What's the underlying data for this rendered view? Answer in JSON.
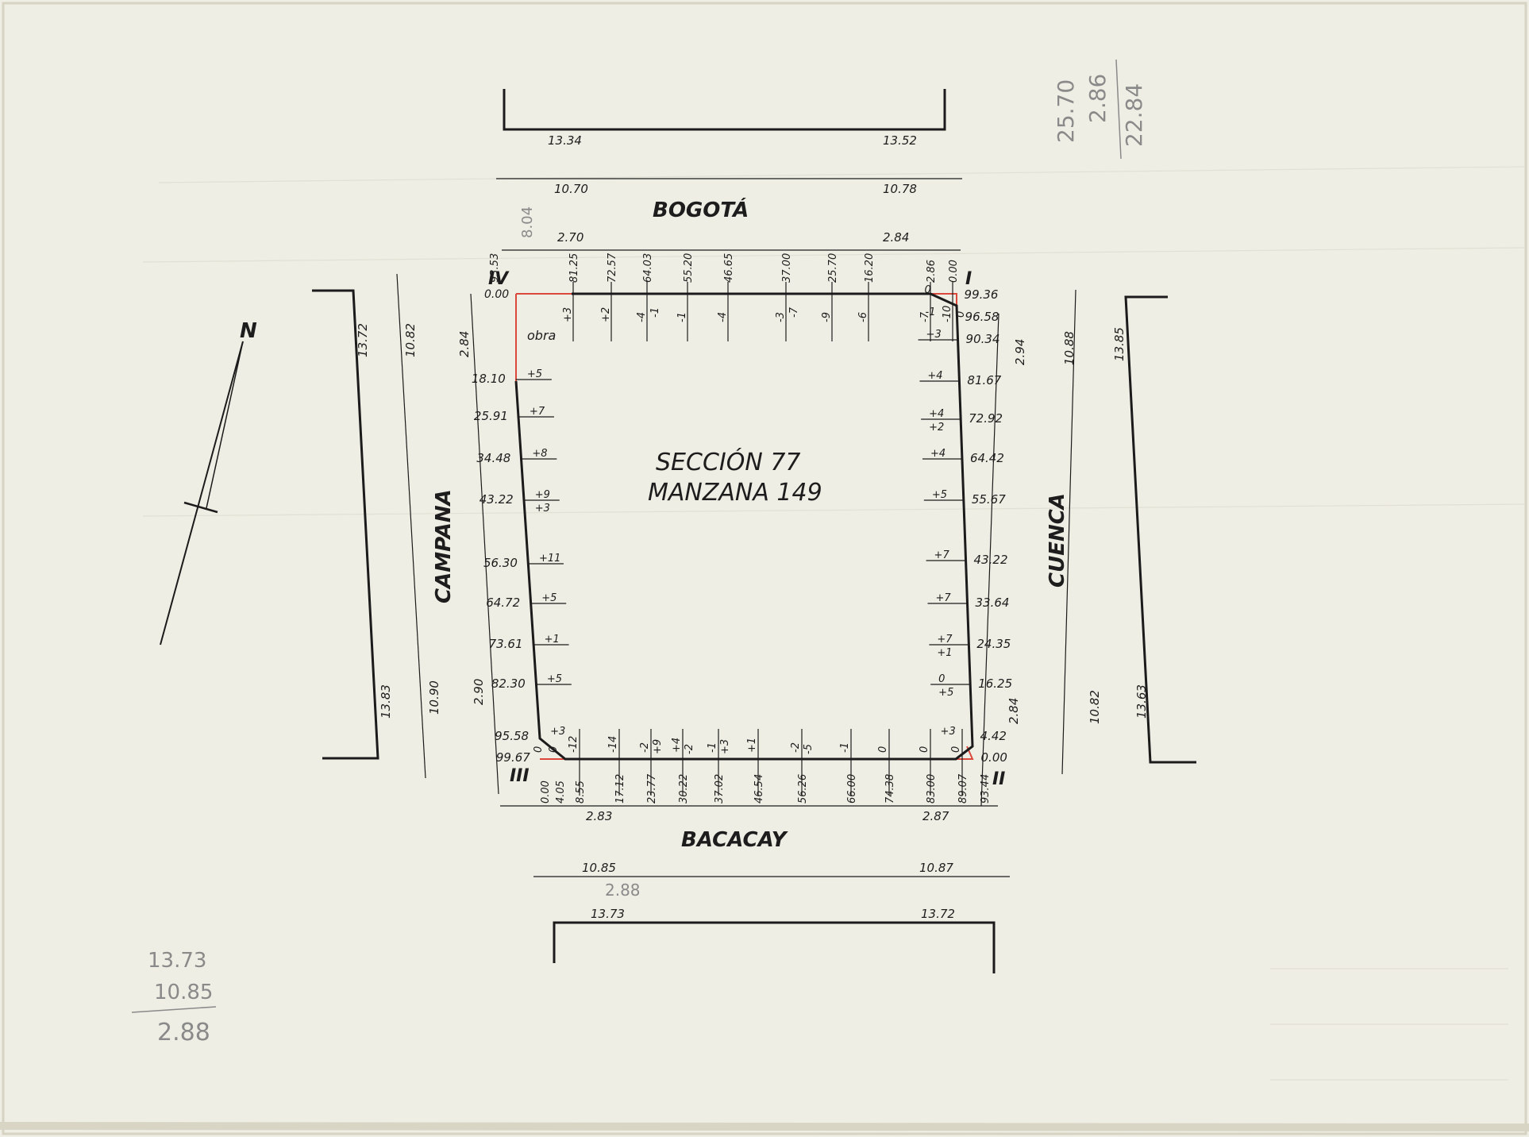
{
  "block": {
    "section": "SECCIÓN 77",
    "manzana": "MANZANA 149",
    "obra": "obra"
  },
  "streets": {
    "north": "BOGOTÁ",
    "south": "BACACAY",
    "west": "CAMPANA",
    "east": "CUENCA"
  },
  "corners": {
    "I": "I",
    "II": "II",
    "III": "III",
    "IV": "IV"
  },
  "north_arrow": "N",
  "north_side": {
    "outer_left": "13.34",
    "outer_right": "13.52",
    "street_left": "10.70",
    "street_right": "10.78",
    "walk_left": "2.70",
    "walk_right": "2.84",
    "pencil": "8.04",
    "marks": [
      {
        "dist": "93.53",
        "lvl1": "",
        "lvl2": ""
      },
      {
        "dist": "81.25",
        "lvl1": "+3",
        "lvl2": ""
      },
      {
        "dist": "72.57",
        "lvl1": "+2",
        "lvl2": ""
      },
      {
        "dist": "64.03",
        "lvl1": "-4",
        "lvl2": "-1"
      },
      {
        "dist": "55.20",
        "lvl1": "-1",
        "lvl2": ""
      },
      {
        "dist": "46.65",
        "lvl1": "-4",
        "lvl2": ""
      },
      {
        "dist": "37.00",
        "lvl1": "-3",
        "lvl2": "-7"
      },
      {
        "dist": "25.70",
        "lvl1": "-9",
        "lvl2": ""
      },
      {
        "dist": "16.20",
        "lvl1": "-6",
        "lvl2": ""
      },
      {
        "dist": "2.86",
        "lvl1": "-7",
        "lvl2": ""
      },
      {
        "dist": "0.00",
        "lvl1": "-10",
        "lvl2": "0"
      }
    ],
    "corner_zero": "0.00"
  },
  "south_side": {
    "outer_left": "13.73",
    "outer_right": "13.72",
    "street_left": "10.85",
    "street_right": "10.87",
    "walk_left": "2.83",
    "walk_right": "2.87",
    "pencil": "2.88",
    "marks": [
      {
        "dist": "0.00",
        "lvl1": "0",
        "lvl2": ""
      },
      {
        "dist": "4.05",
        "lvl1": "0",
        "lvl2": ""
      },
      {
        "dist": "8.55",
        "lvl1": "-12",
        "lvl2": ""
      },
      {
        "dist": "17.12",
        "lvl1": "-14",
        "lvl2": ""
      },
      {
        "dist": "23.77",
        "lvl1": "-2",
        "lvl2": "+9"
      },
      {
        "dist": "30.22",
        "lvl1": "+4",
        "lvl2": "-2"
      },
      {
        "dist": "37.02",
        "lvl1": "-1",
        "lvl2": "+3"
      },
      {
        "dist": "46.54",
        "lvl1": "+1",
        "lvl2": ""
      },
      {
        "dist": "56.26",
        "lvl1": "-2",
        "lvl2": "-5"
      },
      {
        "dist": "66.00",
        "lvl1": "-1",
        "lvl2": ""
      },
      {
        "dist": "74.38",
        "lvl1": "0",
        "lvl2": ""
      },
      {
        "dist": "83.00",
        "lvl1": "0",
        "lvl2": ""
      },
      {
        "dist": "89.07",
        "lvl1": "0",
        "lvl2": ""
      },
      {
        "dist": "93.44",
        "lvl1": "",
        "lvl2": ""
      }
    ]
  },
  "west_side": {
    "outer_top": "13.72",
    "outer_bottom": "13.83",
    "street_top": "10.82",
    "street_bottom": "10.90",
    "walk_top": "2.84",
    "walk_bottom": "2.90",
    "marks": [
      {
        "dist": "18.10",
        "lvl": "+5"
      },
      {
        "dist": "25.91",
        "lvl": "+7"
      },
      {
        "dist": "34.48",
        "lvl": "+8"
      },
      {
        "dist": "43.22",
        "lvl": "+9",
        "lvl2": "+3"
      },
      {
        "dist": "56.30",
        "lvl": "+11"
      },
      {
        "dist": "64.72",
        "lvl": "+5"
      },
      {
        "dist": "73.61",
        "lvl": "+1"
      },
      {
        "dist": "82.30",
        "lvl": "+5"
      },
      {
        "dist": "95.58",
        "lvl": "+3"
      },
      {
        "dist": "99.67",
        "lvl": ""
      }
    ]
  },
  "east_side": {
    "outer_top": "13.85",
    "outer_bottom": "13.63",
    "street_top": "10.88",
    "street_bottom": "10.82",
    "walk_top": "2.94",
    "walk_bottom": "2.84",
    "marks": [
      {
        "dist": "99.36",
        "lvl": "0"
      },
      {
        "dist": "96.58",
        "lvl": "-1"
      },
      {
        "dist": "90.34",
        "lvl": "+3"
      },
      {
        "dist": "81.67",
        "lvl": "+4"
      },
      {
        "dist": "72.92",
        "lvl": "+4",
        "lvl2": "+2"
      },
      {
        "dist": "64.42",
        "lvl": "+4"
      },
      {
        "dist": "55.67",
        "lvl": "+5"
      },
      {
        "dist": "43.22",
        "lvl": "+7"
      },
      {
        "dist": "33.64",
        "lvl": "+7"
      },
      {
        "dist": "24.35",
        "lvl": "+7",
        "lvl2": "+1"
      },
      {
        "dist": "16.25",
        "lvl": "0",
        "lvl2": "+5"
      },
      {
        "dist": "4.42",
        "lvl": "+3"
      },
      {
        "dist": "0.00",
        "lvl": ""
      }
    ]
  },
  "pencil_top_right": [
    "25.70",
    "2.86",
    "22.84"
  ],
  "pencil_bottom_left": [
    "13.73",
    "10.85",
    "2.88"
  ],
  "colors": {
    "ink": "#1b1b1b",
    "paper": "#efeee4",
    "red_line": "#d9483b",
    "pencil": "#8a8a8a"
  }
}
